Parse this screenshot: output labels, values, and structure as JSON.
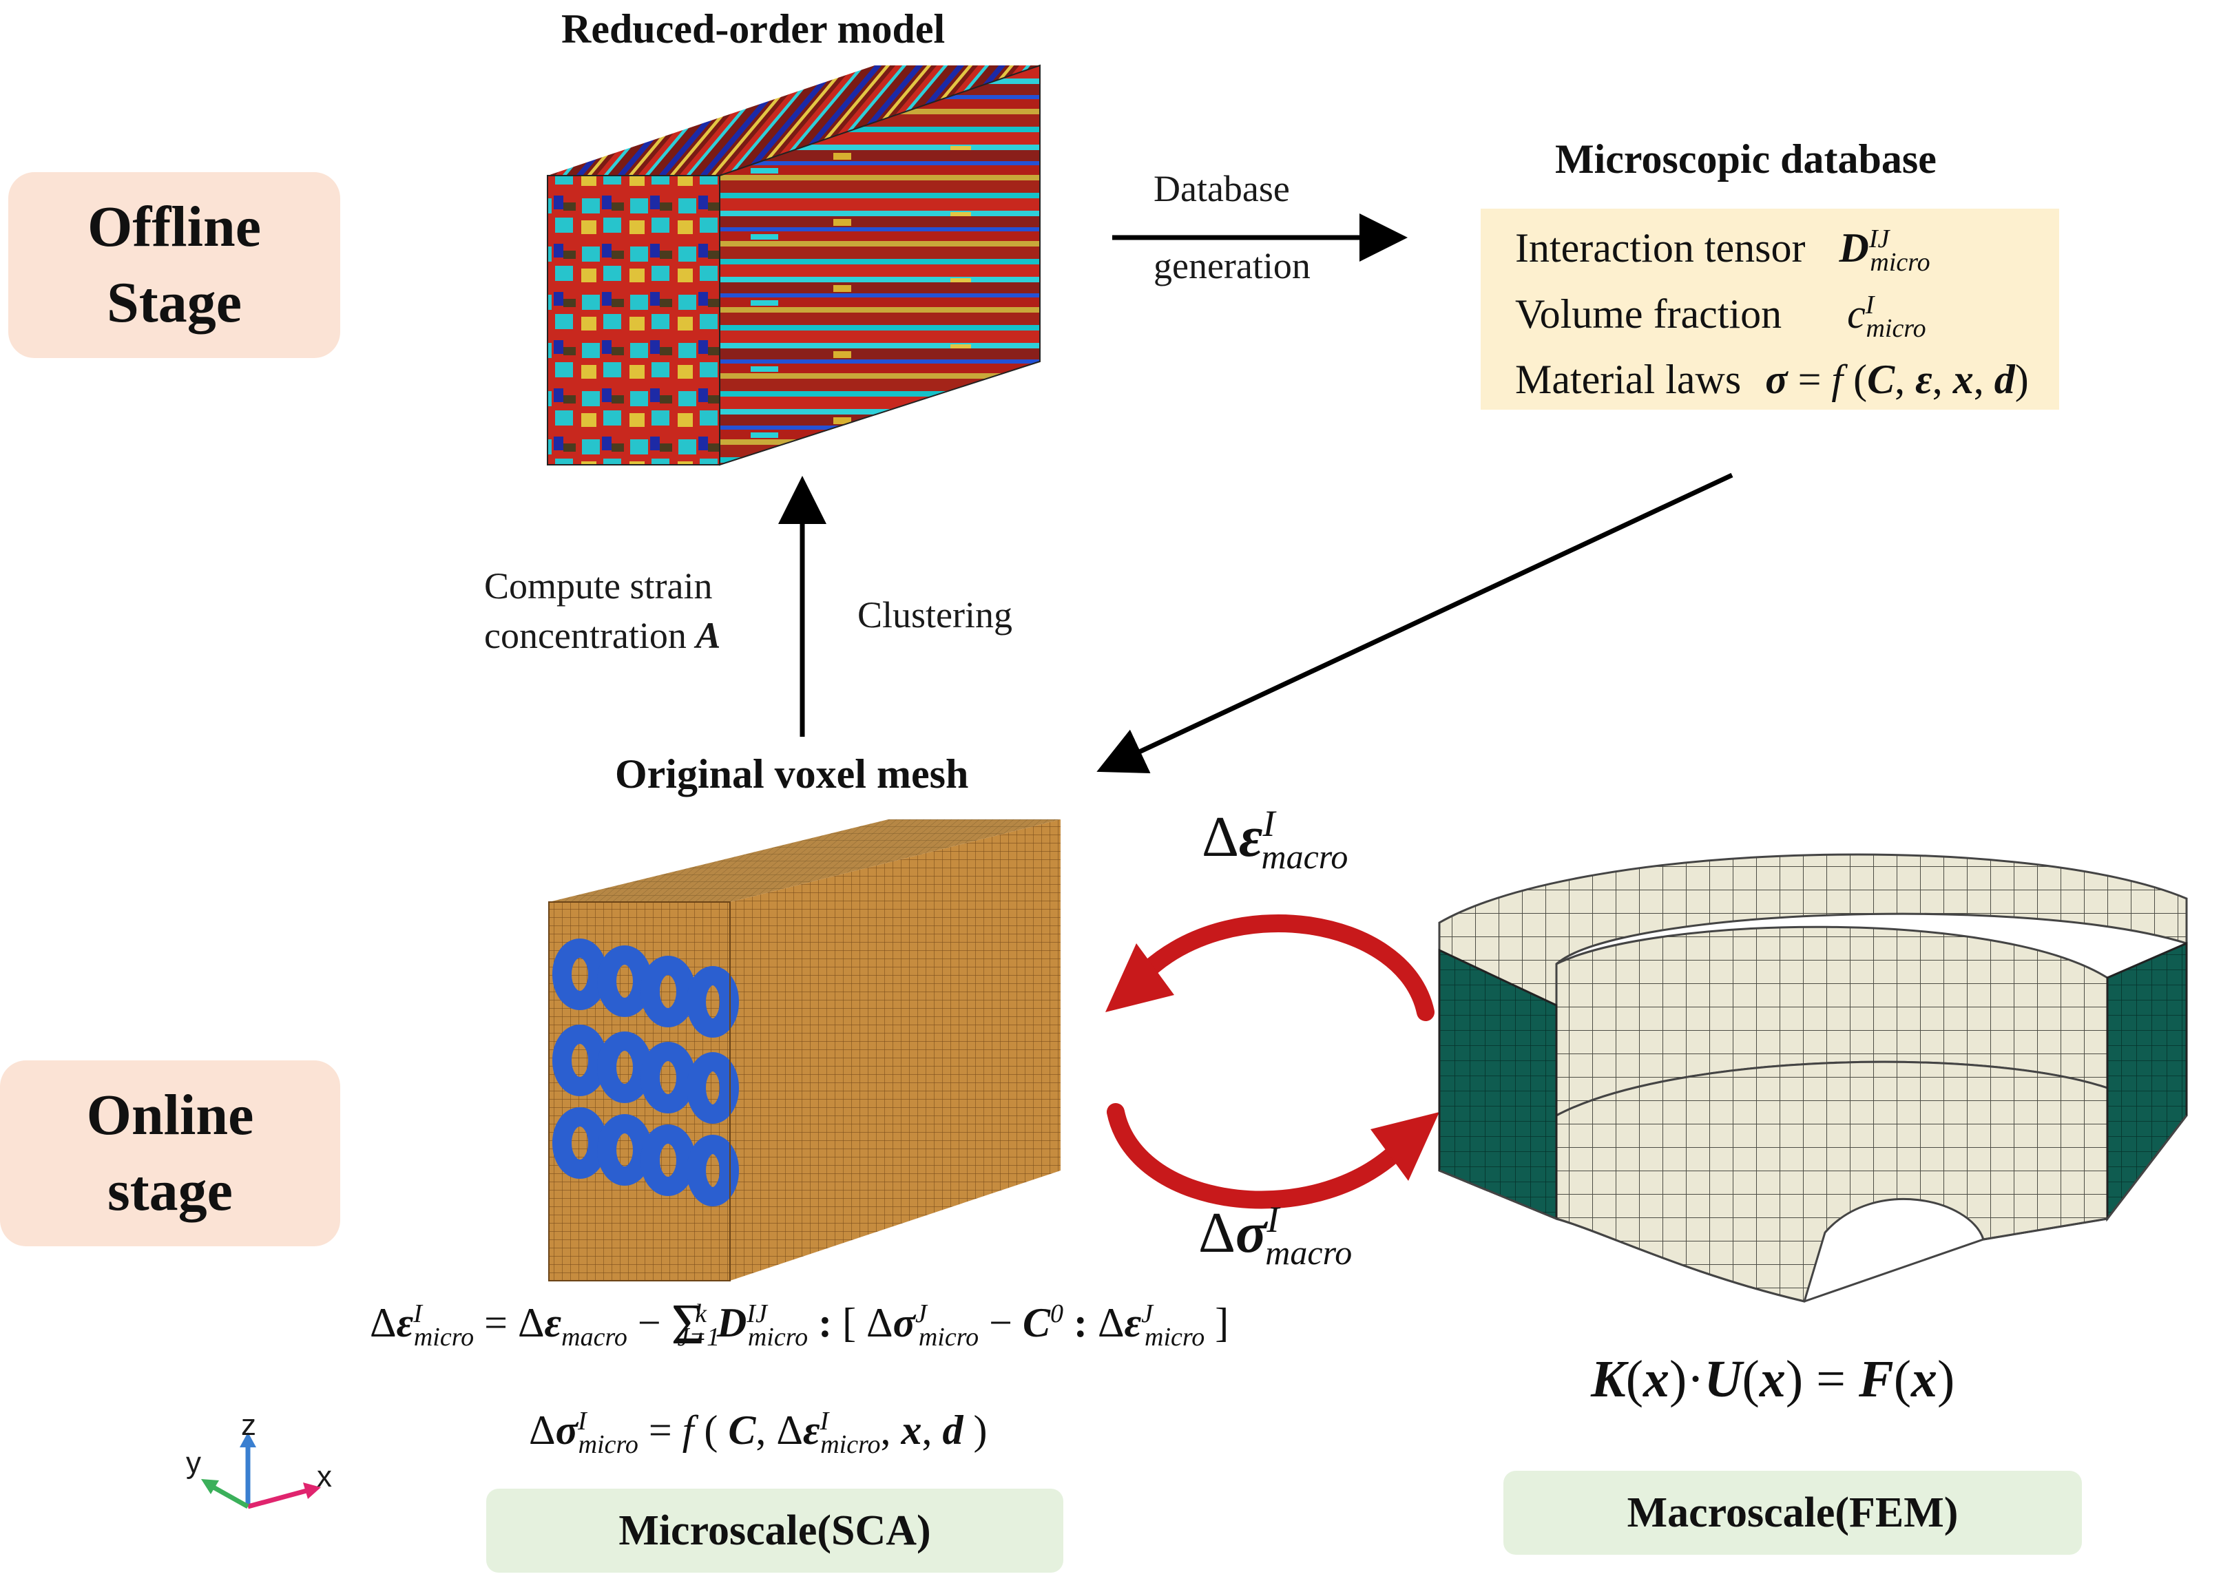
{
  "stages": {
    "offline": "Offline Stage",
    "online": "Online stage"
  },
  "titles": {
    "rom": "Reduced-order model",
    "voxel": "Original voxel mesh",
    "database": "Microscopic database"
  },
  "labels": {
    "db_gen_1": "Database",
    "db_gen_2": "generation",
    "compute_1": "Compute strain",
    "compute_2": "concentration",
    "compute_symbol": "A",
    "clustering": "Clustering"
  },
  "database_rows": {
    "interaction": "Interaction tensor",
    "volume": "Volume fraction",
    "laws": "Material laws"
  },
  "boxes": {
    "micro": "Microscale(SCA)",
    "macro": "Macroscale(FEM)"
  },
  "axes": {
    "x": "x",
    "y": "y",
    "z": "z"
  },
  "colors": {
    "stage_bg": "#fbe3d5",
    "db_bg": "#fdf0cf",
    "scale_bg": "#e5f1de",
    "arrow_red": "#c8191b",
    "voxel_orange": "#c38a3c",
    "fiber_blue": "#2b5fd0",
    "fem_teal": "#0f5f52",
    "fem_cream": "#ece9d6"
  }
}
